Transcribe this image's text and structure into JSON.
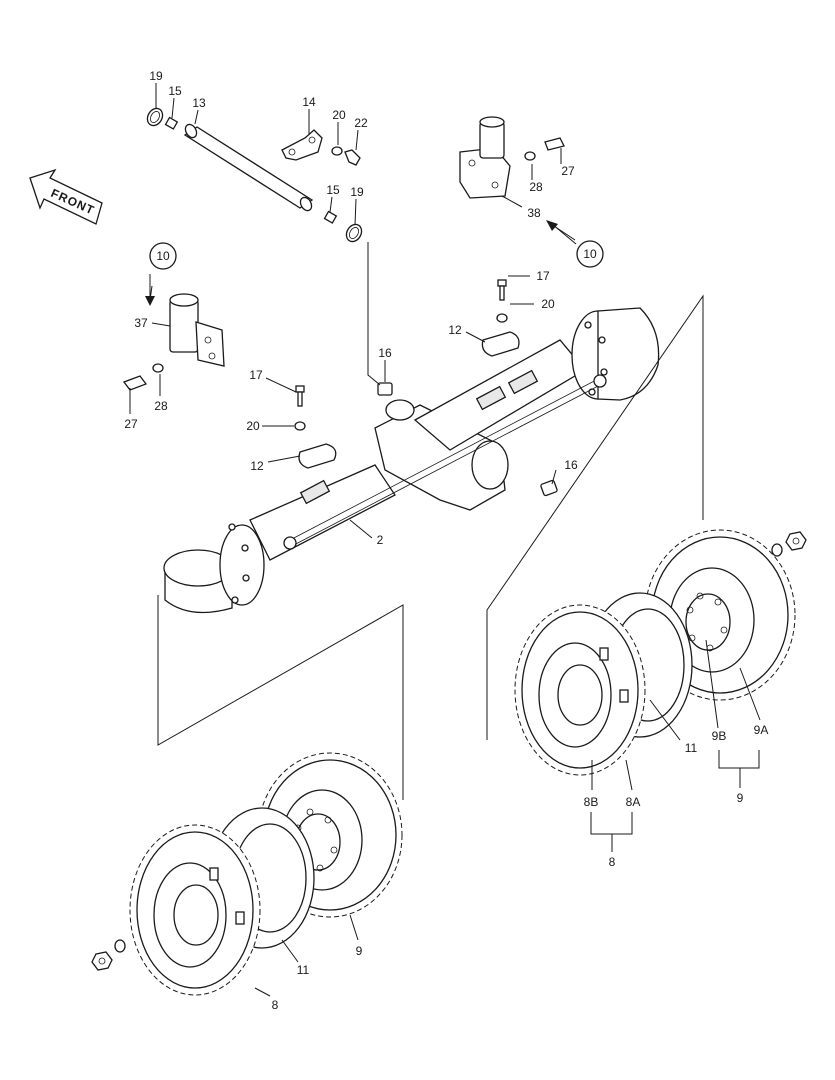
{
  "front_label": "FRONT",
  "labels": {
    "l19a": "19",
    "l15a": "15",
    "l13": "13",
    "l14": "14",
    "l20a": "20",
    "l22": "22",
    "l15b": "15",
    "l19b": "19",
    "l28a": "28",
    "l27a": "27",
    "l38": "38",
    "l10a": "10",
    "l10b": "10",
    "l37": "37",
    "l28b": "28",
    "l27b": "27",
    "l17a": "17",
    "l20b": "20",
    "l12a": "12",
    "l16a": "16",
    "l17b": "17",
    "l20c": "20",
    "l12b": "12",
    "l16b": "16",
    "l2": "2",
    "l11a": "11",
    "l9b": "9B",
    "l9a": "9A",
    "l9top": "9",
    "l8b": "8B",
    "l8a": "8A",
    "l8top": "8",
    "l11b": "11",
    "l9bot": "9",
    "l8bot": "8"
  }
}
